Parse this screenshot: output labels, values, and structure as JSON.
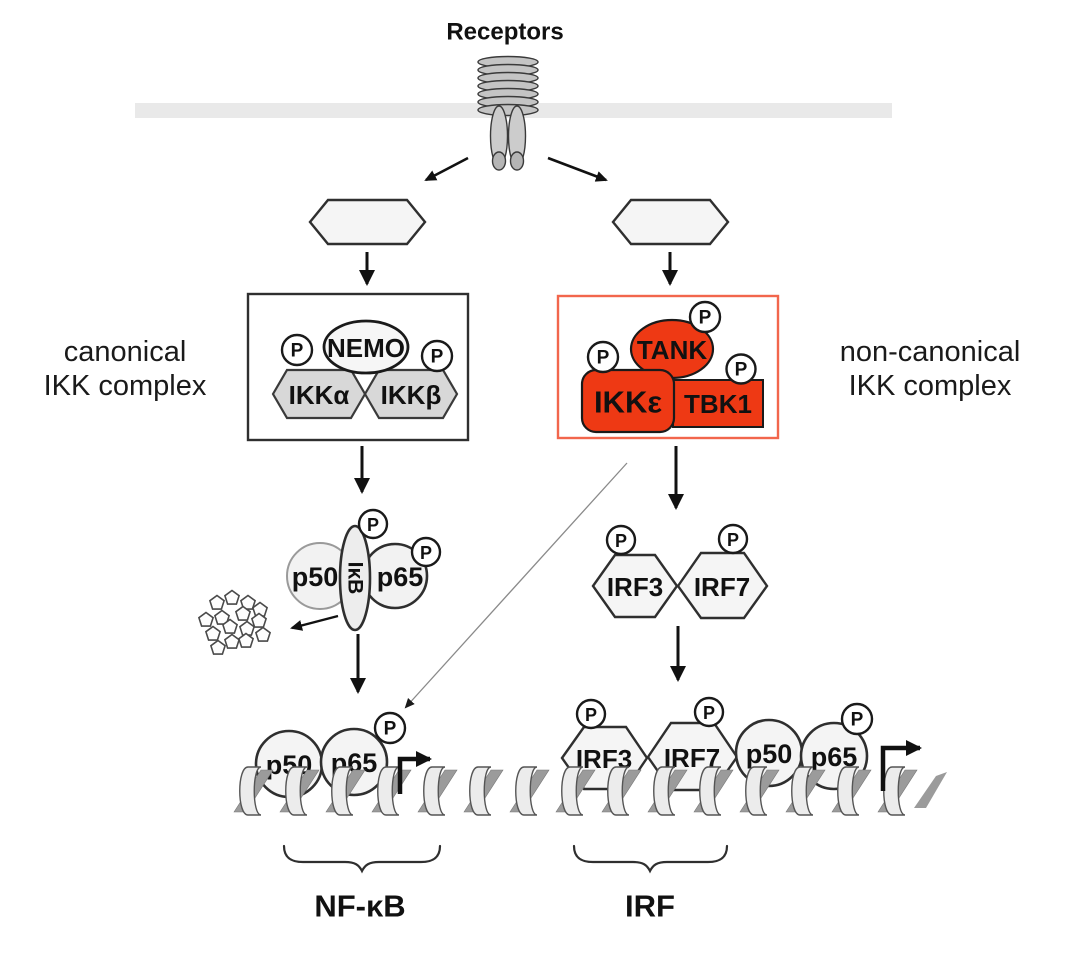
{
  "diagram": {
    "receptors_label": "Receptors",
    "phospho": "P",
    "canonical": {
      "label_line1": "canonical",
      "label_line2": "IKK complex",
      "nemo": "NEMO",
      "ikk_alpha": "IKKα",
      "ikk_beta": "IKKβ"
    },
    "non_canonical": {
      "label_line1": "non-canonical",
      "label_line2": "IKK complex",
      "tank": "TANK",
      "ikk_epsilon": "IKKε",
      "tbk1": "TBK1"
    },
    "nfkb": {
      "p50": "p50",
      "p65": "p65",
      "ikb": "IκB",
      "gene_label": "NF-κB"
    },
    "irf": {
      "irf3": "IRF3",
      "irf7": "IRF7",
      "gene_label": "IRF"
    },
    "colors": {
      "active_red": "#EE3914",
      "red_box_border": "#F2664C",
      "membrane_gray": "#E9E9E9",
      "shape_light_gray": "#F4F4F4",
      "hexagon_gray": "#D8D8D8",
      "outline_dark": "#2F2F2F",
      "dna_front": "#ECECEC",
      "dna_back": "#9B9B9B"
    }
  }
}
